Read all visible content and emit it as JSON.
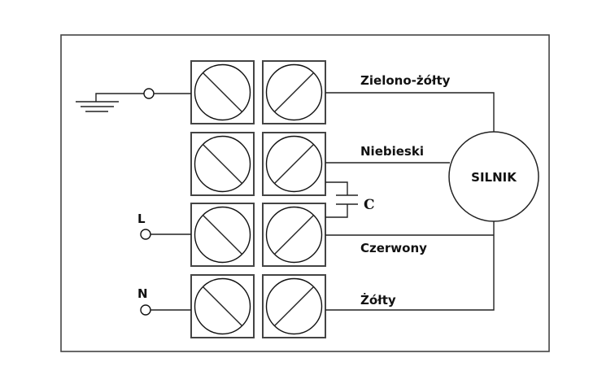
{
  "diagram": {
    "type": "wiring-diagram",
    "motor": {
      "label": "SILNIK"
    },
    "capacitor": {
      "label": "C"
    },
    "inputs": [
      {
        "id": "ground",
        "label": "",
        "symbol": "ground-icon"
      },
      {
        "id": "L",
        "label": "L"
      },
      {
        "id": "N",
        "label": "N"
      }
    ],
    "wires": [
      {
        "id": "green-yellow",
        "label": "Zielono-żółty"
      },
      {
        "id": "blue",
        "label": "Niebieski"
      },
      {
        "id": "red",
        "label": "Czerwony"
      },
      {
        "id": "yellow",
        "label": "Żółty"
      }
    ],
    "terminal_rows": 4,
    "terminal_columns": 2
  }
}
